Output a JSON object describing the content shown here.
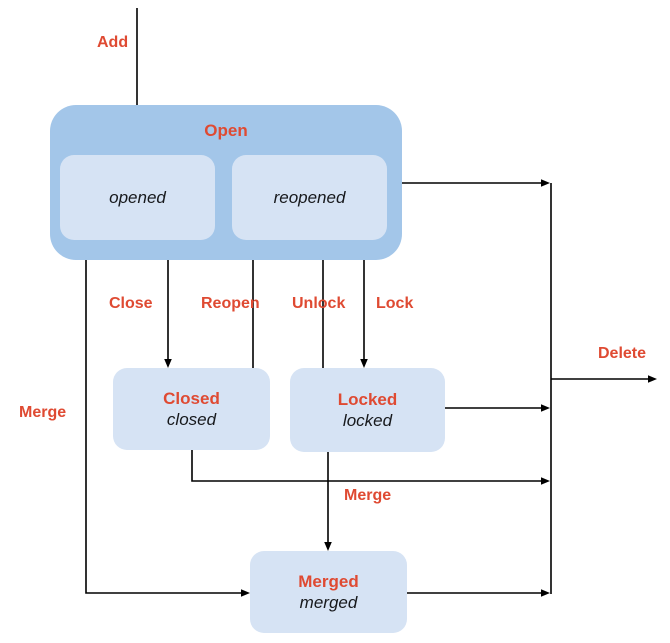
{
  "diagram": {
    "states": {
      "open": {
        "label": "Open"
      },
      "opened": {
        "label": "opened"
      },
      "reopened": {
        "label": "reopened"
      },
      "closed": {
        "title": "Closed",
        "subtitle": "closed"
      },
      "locked": {
        "title": "Locked",
        "subtitle": "locked"
      },
      "merged": {
        "title": "Merged",
        "subtitle": "merged"
      }
    },
    "transitions": {
      "add": {
        "label": "Add"
      },
      "close": {
        "label": "Close"
      },
      "reopen": {
        "label": "Reopen"
      },
      "unlock": {
        "label": "Unlock"
      },
      "lock": {
        "label": "Lock"
      },
      "merge_from_open": {
        "label": "Merge"
      },
      "merge_from_locked": {
        "label": "Merge"
      },
      "delete": {
        "label": "Delete"
      }
    },
    "colors": {
      "group_fill": "#a3c6e9",
      "state_fill": "#d6e3f4",
      "transition_label_red": "#df4a32",
      "line_black": "#000000",
      "state_name_text": "#17191c",
      "background": "#ffffff"
    }
  }
}
